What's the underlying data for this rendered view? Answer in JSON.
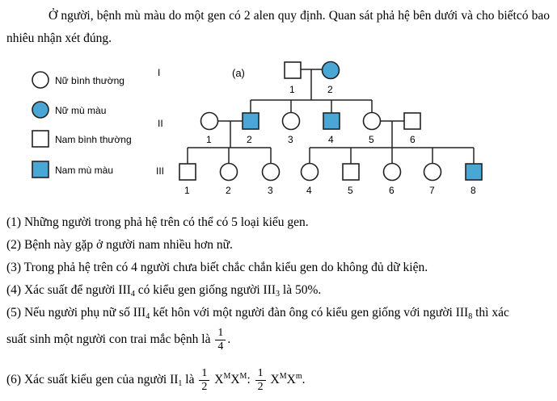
{
  "intro": "Ở người, bệnh mù màu do một gen có 2 alen quy định. Quan sát phả hệ bên dưới và cho biếtcó bao nhiêu nhận xét đúng.",
  "legend": [
    {
      "label": "Nữ bình thường"
    },
    {
      "label": "Nữ mù màu"
    },
    {
      "label": "Nam bình thường"
    },
    {
      "label": "Nam mù màu"
    }
  ],
  "colors": {
    "affected": "#4aa6d4",
    "stroke": "#222222"
  },
  "pedigree": {
    "tag": "(a)",
    "generations": [
      "I",
      "II",
      "III"
    ],
    "gen1": [
      "1",
      "2"
    ],
    "gen2": [
      "1",
      "2",
      "3",
      "4",
      "5",
      "6"
    ],
    "gen3": [
      "1",
      "2",
      "3",
      "4",
      "5",
      "6",
      "7",
      "8"
    ]
  },
  "statements": {
    "s1": "(1) Những người trong phả hệ trên có thể có 5 loại kiểu gen.",
    "s2": "(2) Bệnh này gặp ở người nam nhiều hơn nữ.",
    "s3": "(3) Trong phả hệ trên có 4 người chưa biết chắc chắn kiểu gen do không đủ dữ kiện.",
    "s4": {
      "a": "(4) Xác suất để người III",
      "sub1": "4",
      "b": " có kiểu gen giống người III",
      "sub2": "3",
      "c": " là 50%."
    },
    "s5": {
      "line1a": "(5) Nếu người phụ nữ số III",
      "sub1": "4",
      "line1b": " kết hôn với một người đàn ông có kiểu gen giống với người III",
      "sub2": "8",
      "line1c": " thì xác",
      "line2": "suất sinh một người con trai mắc bệnh là",
      "num": "1",
      "den": "4",
      "end": "."
    },
    "s6": {
      "a": "(6) Xác suất kiểu gen của người II",
      "sub": "1",
      "b": " là",
      "num1": "1",
      "den1": "2",
      "x1": " X",
      "sup1a": "M",
      "x2": "X",
      "sup1b": "M",
      "sep": ":",
      "num2": "1",
      "den2": "2",
      "x3": " X",
      "sup2a": "M",
      "x4": "X",
      "sup2b": "m",
      "end": "."
    }
  }
}
